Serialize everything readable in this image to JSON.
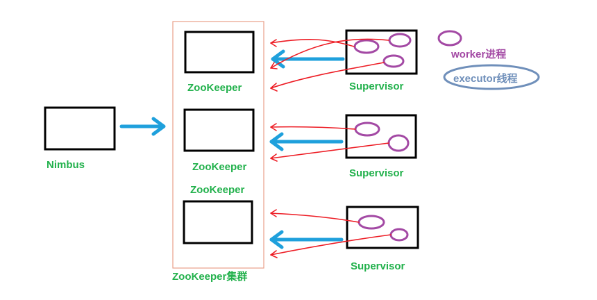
{
  "nimbus": {
    "label": "Nimbus"
  },
  "zookeeper": {
    "cluster_label": "ZooKeeper集群",
    "nodes": [
      {
        "label": "ZooKeeper"
      },
      {
        "label": "ZooKeeper"
      },
      {
        "label": "ZooKeeper"
      }
    ]
  },
  "supervisors": [
    {
      "label": "Supervisor"
    },
    {
      "label": "Supervisor"
    },
    {
      "label": "Supervisor"
    }
  ],
  "legend": {
    "worker_label": "worker进程",
    "executor_label": "executor线程"
  },
  "colors": {
    "box_border": "#000000",
    "cluster_border": "#e8a08a",
    "label_green": "#22b14c",
    "worker_purple": "#a349a4",
    "executor_blue": "#6f8fba",
    "arrow_blue": "#1fa0dc",
    "link_red": "#ed1c24"
  }
}
